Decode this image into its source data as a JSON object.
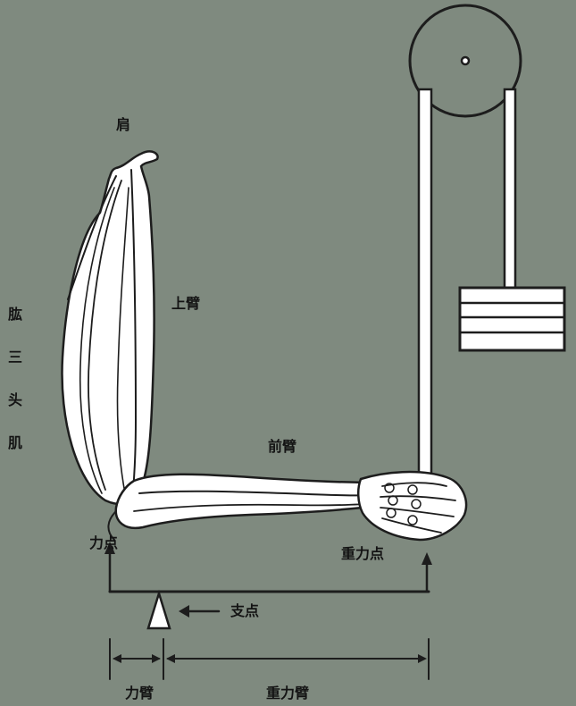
{
  "labels": {
    "shoulder": "肩",
    "upper_arm": "上臂",
    "triceps": [
      "肱",
      "三",
      "头",
      "肌"
    ],
    "forearm": "前臂",
    "effort_point": "力点",
    "load_point": "重力点",
    "fulcrum": "支点",
    "effort_arm": "力臂",
    "load_arm": "重力臂"
  },
  "colors": {
    "paper": "#7f8a7f",
    "ink": "#1d1d1d",
    "panel": "#ffffff"
  }
}
